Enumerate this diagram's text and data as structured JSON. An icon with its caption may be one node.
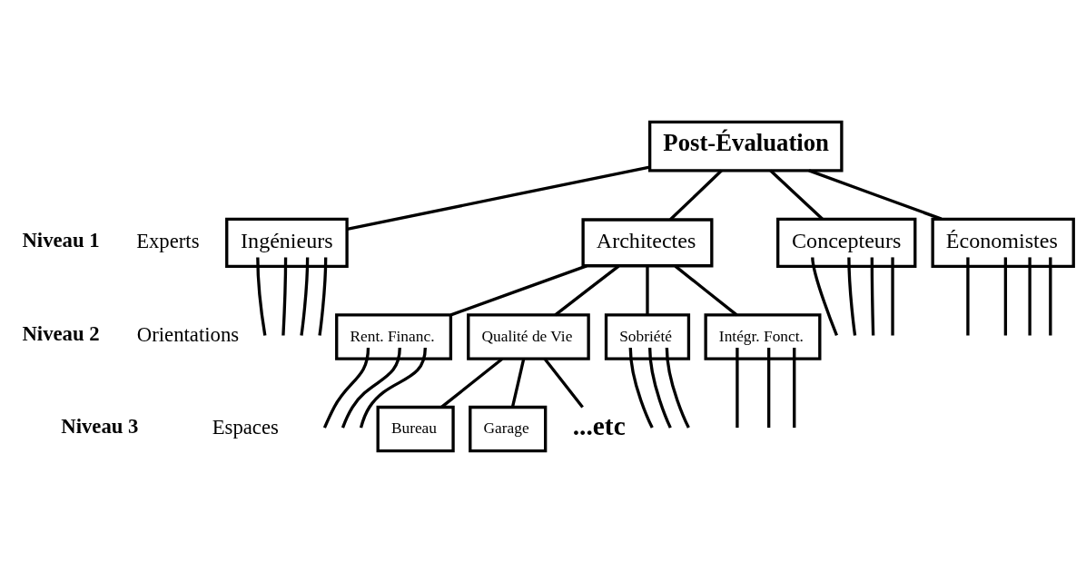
{
  "diagram": {
    "nodes": [
      {
        "text": [
          "Post-Évaluation"
        ]
      },
      {
        "text": [
          "Ingénieurs"
        ]
      },
      {
        "text": [
          "Architectes"
        ]
      },
      {
        "text": [
          "Concepteurs"
        ]
      },
      {
        "text": [
          "Économistes"
        ]
      },
      {
        "text": [
          "Rent. Financ."
        ]
      },
      {
        "text": [
          "Qualité de Vie"
        ]
      },
      {
        "text": [
          "Sobriété"
        ]
      },
      {
        "text": [
          "Intégr. Fonct."
        ]
      },
      {
        "text": [
          "Bureau"
        ]
      },
      {
        "text": [
          "Garage"
        ]
      },
      {
        "text": [
          "...etc"
        ]
      }
    ],
    "edges": [
      {
        "from": 0,
        "to": 1,
        "arrow": "none"
      },
      {
        "from": 0,
        "to": 2,
        "arrow": "none"
      },
      {
        "from": 0,
        "to": 3,
        "arrow": "none"
      },
      {
        "from": 0,
        "to": 4,
        "arrow": "none"
      },
      {
        "from": 1,
        "to": null,
        "arrow": "none"
      },
      {
        "from": 1,
        "to": null,
        "arrow": "none"
      },
      {
        "from": 1,
        "to": null,
        "arrow": "none"
      },
      {
        "from": 1,
        "to": null,
        "arrow": "none"
      },
      {
        "from": 2,
        "to": 5,
        "arrow": "none"
      },
      {
        "from": 2,
        "to": 6,
        "arrow": "none"
      },
      {
        "from": 2,
        "to": 7,
        "arrow": "none"
      },
      {
        "from": 2,
        "to": 8,
        "arrow": "none"
      },
      {
        "from": 3,
        "to": null,
        "arrow": "none"
      },
      {
        "from": 3,
        "to": null,
        "arrow": "none"
      },
      {
        "from": 3,
        "to": null,
        "arrow": "none"
      },
      {
        "from": 3,
        "to": null,
        "arrow": "none"
      },
      {
        "from": 4,
        "to": null,
        "arrow": "none"
      },
      {
        "from": 4,
        "to": null,
        "arrow": "none"
      },
      {
        "from": 4,
        "to": null,
        "arrow": "none"
      },
      {
        "from": 4,
        "to": null,
        "arrow": "none"
      },
      {
        "from": 5,
        "to": null,
        "arrow": "none"
      },
      {
        "from": 5,
        "to": null,
        "arrow": "none"
      },
      {
        "from": 5,
        "to": null,
        "arrow": "none"
      },
      {
        "from": 6,
        "to": 9,
        "arrow": "none"
      },
      {
        "from": 6,
        "to": 10,
        "arrow": "none"
      },
      {
        "from": 6,
        "to": 11,
        "arrow": "none"
      },
      {
        "from": 7,
        "to": null,
        "arrow": "none"
      },
      {
        "from": 7,
        "to": null,
        "arrow": "none"
      },
      {
        "from": 7,
        "to": null,
        "arrow": "none"
      },
      {
        "from": 8,
        "to": null,
        "arrow": "none"
      },
      {
        "from": 8,
        "to": null,
        "arrow": "none"
      },
      {
        "from": 8,
        "to": null,
        "arrow": "none"
      }
    ],
    "labels": [
      "Niveau 1",
      "Experts",
      "Niveau 2",
      "Orientations",
      "Niveau 3",
      "Espaces"
    ]
  }
}
